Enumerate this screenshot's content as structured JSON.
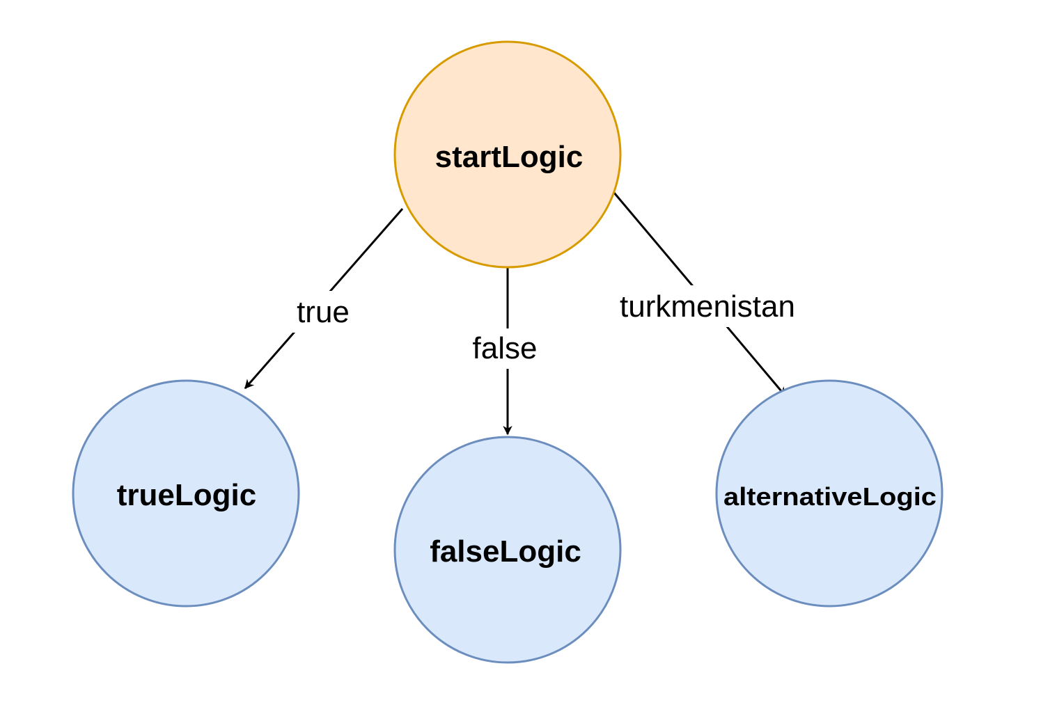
{
  "diagram": {
    "colors": {
      "start_fill": "#ffe6cc",
      "start_stroke": "#d79b00",
      "child_fill": "#dae8fc",
      "child_stroke": "#6c8ebf",
      "edge": "#000000"
    },
    "nodes": {
      "start": {
        "label": "startLogic"
      },
      "true_node": {
        "label": "trueLogic"
      },
      "false_node": {
        "label": "falseLogic"
      },
      "alternative_node": {
        "label": "alternativeLogic"
      }
    },
    "edges": {
      "to_true": {
        "label": "true"
      },
      "to_false": {
        "label": "false"
      },
      "to_alternative": {
        "label": "turkmenistan"
      }
    }
  }
}
